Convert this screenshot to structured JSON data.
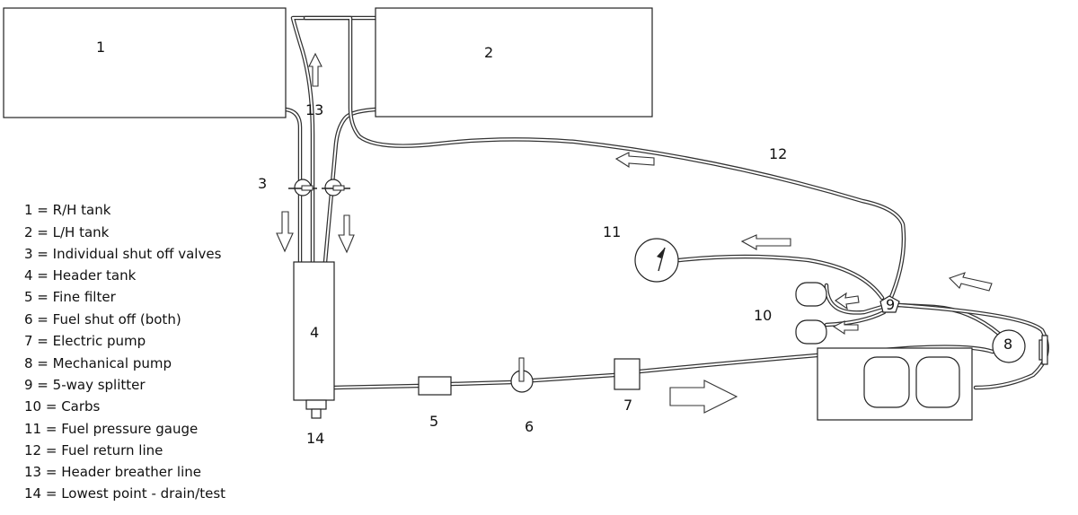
{
  "labels": {
    "tank_rh": "1",
    "tank_lh": "2",
    "valves": "3",
    "header_tank": "4",
    "fine_filter": "5",
    "fuel_shutoff": "6",
    "electric_pump": "7",
    "mechanical_pump": "8",
    "splitter": "9",
    "carbs": "10",
    "pressure_gauge": "11",
    "return_line": "12",
    "breather_line": "13",
    "drain": "14"
  },
  "legend": [
    "1 = R/H tank",
    "2 = L/H tank",
    "3 = Individual shut off valves",
    "4 = Header tank",
    "5 = Fine filter",
    "6 = Fuel shut off (both)",
    "7 = Electric pump",
    "8 = Mechanical pump",
    "9 = 5-way splitter",
    "10 = Carbs",
    "11 = Fuel pressure gauge",
    "12 = Fuel return line",
    "13 = Header breather line",
    "14 = Lowest point - drain/test"
  ],
  "colors": {
    "line": "#333333",
    "fill": "#ffffff",
    "text": "#111111"
  }
}
